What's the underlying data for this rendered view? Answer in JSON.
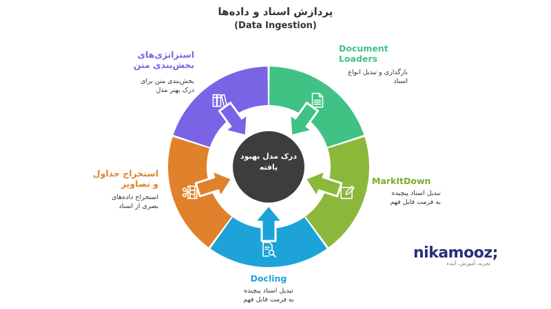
{
  "title": {
    "fa": "پردازش اسناد و داده‌ها",
    "en": "(Data Ingestion)"
  },
  "center": {
    "line1": "درک مدل بهبود",
    "line2": "یافته",
    "color": "#3d3d3d"
  },
  "segments": [
    {
      "id": "document-loaders",
      "title": "Document Loaders",
      "desc_line1": "بارگذاری و تبدیل انواع",
      "desc_line2": "اسناد",
      "color": "#3fc283",
      "title_color": "#3fc283",
      "icon": "document-icon"
    },
    {
      "id": "markitdown",
      "title": "MarkItDown",
      "desc_line1": "تبدیل اسناد پیچیده",
      "desc_line2": "به فرمت قابل فهم",
      "color": "#8bb83a",
      "title_color": "#7aad2e",
      "icon": "edit-icon"
    },
    {
      "id": "docling",
      "title": "Docling",
      "desc_line1": "تبدیل اسناد پیچیده",
      "desc_line2": "به فرمت قابل فهم",
      "color": "#1ea3d9",
      "title_color": "#1ea3d9",
      "icon": "search-document-icon"
    },
    {
      "id": "extract-tables",
      "title_line1": "استخراج جداول",
      "title_line2": "و تصاویر",
      "desc_line1": "استخراج داده‌های",
      "desc_line2": "بصری از اسناد",
      "color": "#e0822c",
      "title_color": "#e0822c",
      "icon": "film-scissors-icon"
    },
    {
      "id": "chunking",
      "title_line1": "استراتژی‌های",
      "title_line2": "بخش‌بندی متن",
      "desc_line1": "بخش‌بندی متن برای",
      "desc_line2": "درک بهتر مدل",
      "color": "#7b63e6",
      "title_color": "#7b63e6",
      "icon": "books-icon"
    }
  ],
  "brand": {
    "name": "nikamooz;",
    "tagline": "تجربه، آموزش، آینده",
    "color": "#2a2f7a"
  }
}
